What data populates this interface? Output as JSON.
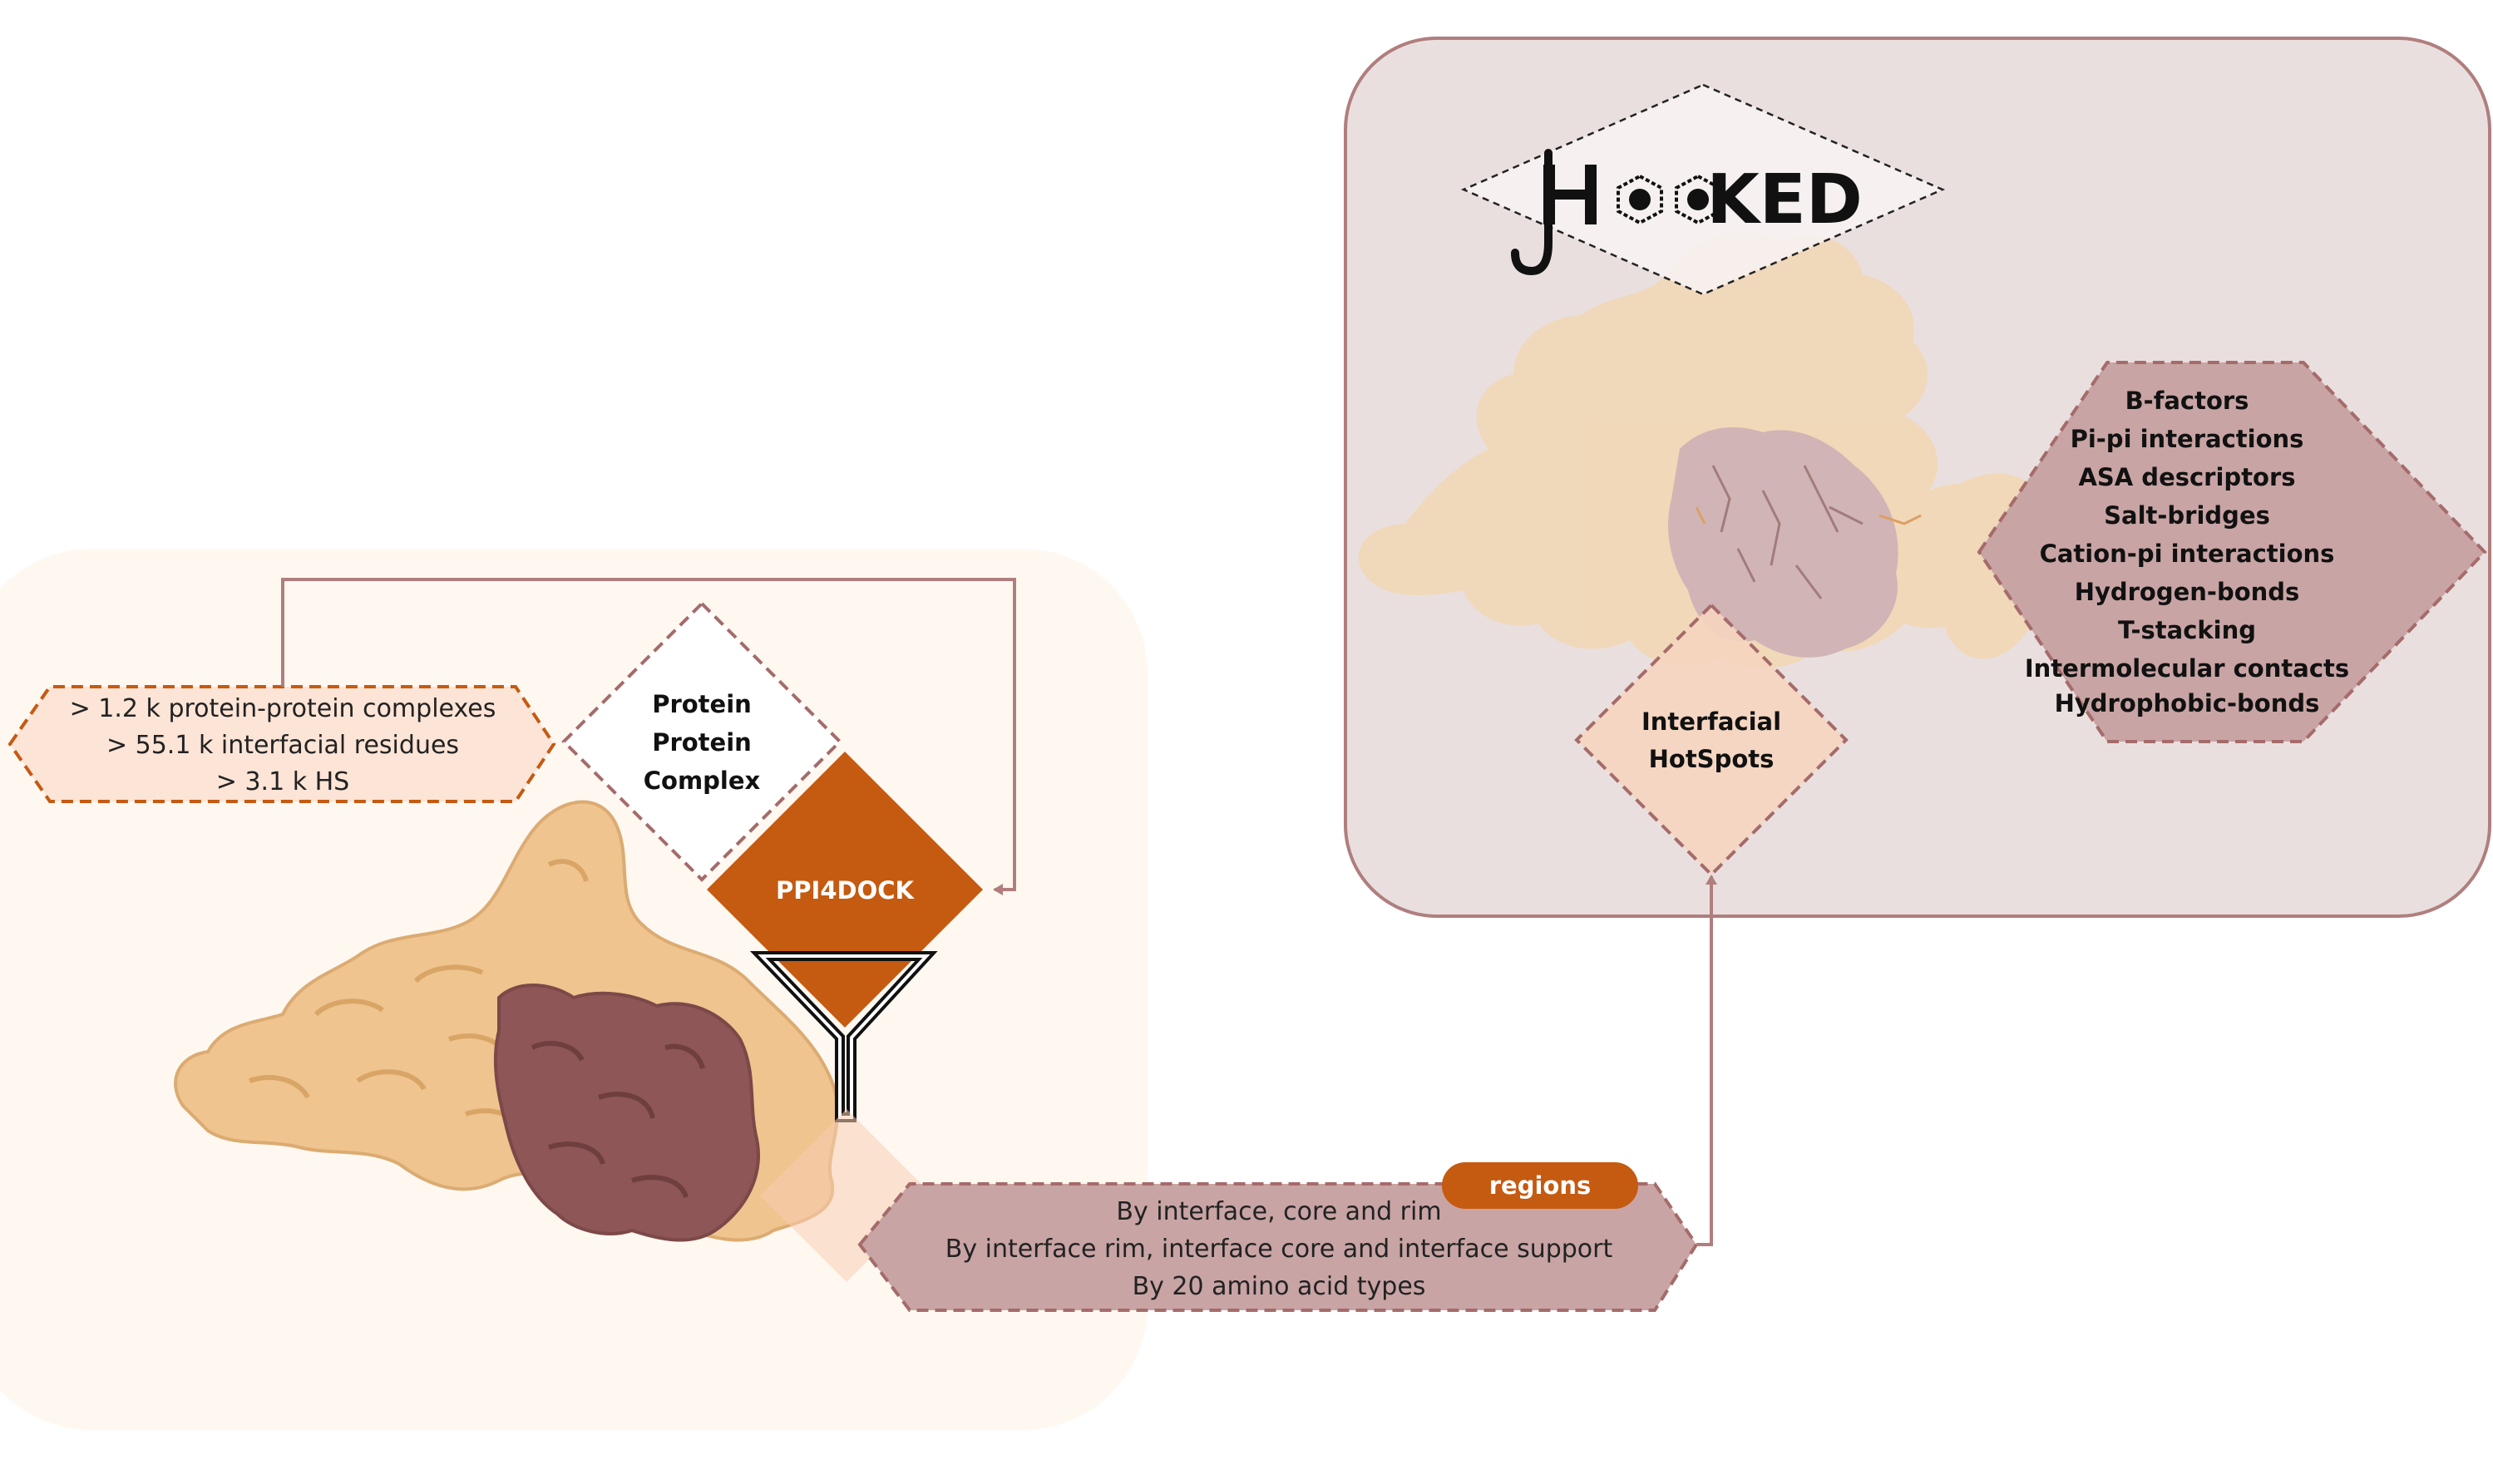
{
  "dataset": {
    "lines": [
      "> 1.2 k protein-protein complexes",
      "> 55.1 k interfacial residues",
      "> 3.1 k HS"
    ]
  },
  "complex": {
    "lines": [
      "Protein",
      "Protein",
      "Complex"
    ]
  },
  "ppi4dock": {
    "label": "PPI4DOCK"
  },
  "regions": {
    "tag": "regions",
    "lines": [
      "By interface, core and rim",
      "By interface rim, interface core and interface support",
      "By 20 amino acid types"
    ]
  },
  "hooked": {
    "logo_text": "HOOKED"
  },
  "hotspots": {
    "lines": [
      "Interfacial",
      "HotSpots"
    ]
  },
  "features": {
    "items": [
      "B-factors",
      "Pi-pi interactions",
      "ASA descriptors",
      "Salt-bridges",
      "Cation-pi interactions",
      "Hydrogen-bonds",
      "T-stacking",
      "Intermolecular contacts",
      "Hydrophobic-bonds"
    ]
  },
  "colors": {
    "orange_dark": "#c55a11",
    "mauve": "#a56b6b",
    "mauve_fill": "#c9a4a4",
    "peach_bg": "#fef8f1",
    "tan": "#efc48f",
    "protein_mauve": "#8e5656",
    "panel_bg": "#eadfdf",
    "panel_border": "#b07e7e"
  }
}
